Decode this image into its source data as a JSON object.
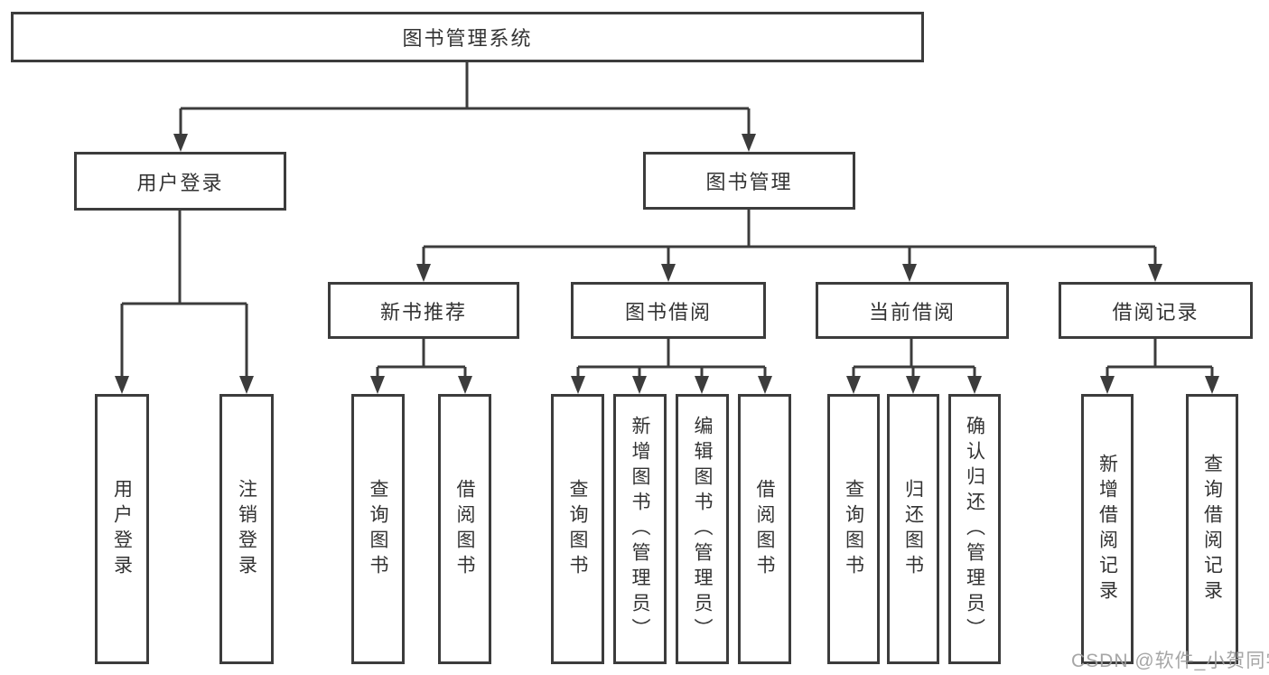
{
  "diagram_title": "图书管理系统",
  "watermark": "CSDN @软件_小贺同学",
  "colors": {
    "line": "#3c3c3c",
    "text": "#333333",
    "background": "#ffffff",
    "watermark": "#9e9e9e"
  },
  "tree": {
    "label": "图书管理系统",
    "children": [
      {
        "label": "用户登录",
        "children": [
          {
            "label": "用户登录"
          },
          {
            "label": "注销登录"
          }
        ]
      },
      {
        "label": "图书管理",
        "children": [
          {
            "label": "新书推荐",
            "children": [
              {
                "label": "查询图书"
              },
              {
                "label": "借阅图书"
              }
            ]
          },
          {
            "label": "图书借阅",
            "children": [
              {
                "label": "查询图书"
              },
              {
                "label": "新增图书（管理员）"
              },
              {
                "label": "编辑图书（管理员）"
              },
              {
                "label": "借阅图书"
              }
            ]
          },
          {
            "label": "当前借阅",
            "children": [
              {
                "label": "查询图书"
              },
              {
                "label": "归还图书"
              },
              {
                "label": "确认归还（管理员）"
              }
            ]
          },
          {
            "label": "借阅记录",
            "children": [
              {
                "label": "新增借阅记录"
              },
              {
                "label": "查询借阅记录"
              }
            ]
          }
        ]
      }
    ]
  }
}
